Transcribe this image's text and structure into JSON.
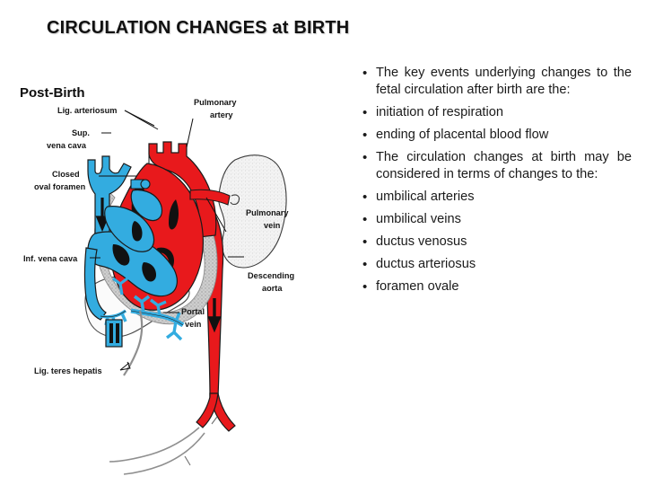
{
  "slide": {
    "title": "CIRCULATION CHANGES at BIRTH",
    "background_color": "#ffffff"
  },
  "bullets": [
    {
      "text": "The key events underlying changes to the fetal circulation after birth are the:",
      "marker": "•",
      "justified": true
    },
    {
      "text": "initiation of respiration",
      "marker": "•",
      "justified": false
    },
    {
      "text": "ending of placental blood flow",
      "marker": "•",
      "justified": false
    },
    {
      "text": "The circulation changes at birth may be considered in terms of changes to the:",
      "marker": "•",
      "justified": true
    },
    {
      "text": "umbilical arteries",
      "marker": "•",
      "justified": false
    },
    {
      "text": "umbilical veins",
      "marker": "•",
      "justified": false
    },
    {
      "text": "ductus venosus",
      "marker": "•",
      "justified": false
    },
    {
      "text": "ductus arteriosus",
      "marker": "•",
      "justified": false
    },
    {
      "text": "foramen ovale",
      "marker": "•",
      "justified": false
    }
  ],
  "diagram": {
    "heading": "Post-Birth",
    "colors": {
      "oxygenated_red": "#e8191c",
      "deoxygenated_blue": "#33ace0",
      "myocardium_gray": "#c9c9c9",
      "organ_outline": "#4a4a4a",
      "ligament_gray": "#8f8f8f",
      "label_text": "#151515"
    },
    "labels": {
      "lig_arteriosum": "Lig. arteriosum",
      "sup_vena_cava_line1": "Sup.",
      "sup_vena_cava_line2": "vena cava",
      "closed_oval_foramen_line1": "Closed",
      "closed_oval_foramen_line2": "oval foramen",
      "inf_vena_cava": "Inf. vena cava",
      "lig_teres_hepatis": "Lig. teres hepatis",
      "pulmonary_artery_line1": "Pulmonary",
      "pulmonary_artery_line2": "artery",
      "pulmonary_vein_line1": "Pulmonary",
      "pulmonary_vein_line2": "vein",
      "descending_aorta_line1": "Descending",
      "descending_aorta_line2": "aorta",
      "portal_vein_line1": "Portal",
      "portal_vein_line2": "vein"
    }
  }
}
